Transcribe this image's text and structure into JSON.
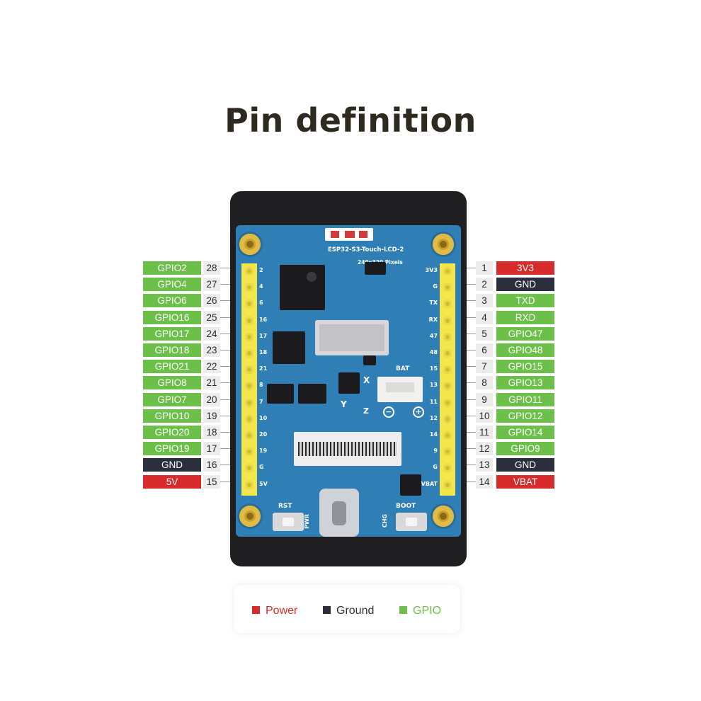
{
  "title": "Pin definition",
  "colors": {
    "power": "#d72a2a",
    "ground": "#2b2f3d",
    "gpio": "#6cc04a"
  },
  "left_pins": [
    {
      "num": "28",
      "label": "GPIO2",
      "type": "gpio"
    },
    {
      "num": "27",
      "label": "GPIO4",
      "type": "gpio"
    },
    {
      "num": "26",
      "label": "GPIO6",
      "type": "gpio"
    },
    {
      "num": "25",
      "label": "GPIO16",
      "type": "gpio"
    },
    {
      "num": "24",
      "label": "GPIO17",
      "type": "gpio"
    },
    {
      "num": "23",
      "label": "GPIO18",
      "type": "gpio"
    },
    {
      "num": "22",
      "label": "GPIO21",
      "type": "gpio"
    },
    {
      "num": "21",
      "label": "GPIO8",
      "type": "gpio"
    },
    {
      "num": "20",
      "label": "GPIO7",
      "type": "gpio"
    },
    {
      "num": "19",
      "label": "GPIO10",
      "type": "gpio"
    },
    {
      "num": "18",
      "label": "GPIO20",
      "type": "gpio"
    },
    {
      "num": "17",
      "label": "GPIO19",
      "type": "gpio"
    },
    {
      "num": "16",
      "label": "GND",
      "type": "ground"
    },
    {
      "num": "15",
      "label": "5V",
      "type": "power"
    }
  ],
  "right_pins": [
    {
      "num": "1",
      "label": "3V3",
      "type": "power"
    },
    {
      "num": "2",
      "label": "GND",
      "type": "ground"
    },
    {
      "num": "3",
      "label": "TXD",
      "type": "gpio"
    },
    {
      "num": "4",
      "label": "RXD",
      "type": "gpio"
    },
    {
      "num": "5",
      "label": "GPIO47",
      "type": "gpio"
    },
    {
      "num": "6",
      "label": "GPIO48",
      "type": "gpio"
    },
    {
      "num": "7",
      "label": "GPIO15",
      "type": "gpio"
    },
    {
      "num": "8",
      "label": "GPIO13",
      "type": "gpio"
    },
    {
      "num": "9",
      "label": "GPIO11",
      "type": "gpio"
    },
    {
      "num": "10",
      "label": "GPIO12",
      "type": "gpio"
    },
    {
      "num": "11",
      "label": "GPIO14",
      "type": "gpio"
    },
    {
      "num": "12",
      "label": "GPIO9",
      "type": "gpio"
    },
    {
      "num": "13",
      "label": "GND",
      "type": "ground"
    },
    {
      "num": "14",
      "label": "VBAT",
      "type": "power"
    }
  ],
  "board": {
    "name": "ESP32-S3-Touch-LCD-2",
    "resolution": "240x320 Pixels",
    "left_header_silk": [
      "2",
      "4",
      "6",
      "16",
      "17",
      "18",
      "21",
      "8",
      "7",
      "10",
      "20",
      "19",
      "G",
      "5V"
    ],
    "right_header_silk": [
      "3V3",
      "G",
      "TX",
      "RX",
      "47",
      "48",
      "15",
      "13",
      "11",
      "12",
      "14",
      "9",
      "G",
      "VBAT"
    ],
    "battery_label": "BAT",
    "rst_label": "RST",
    "boot_label": "BOOT",
    "pwr_label": "PWR",
    "chg_label": "CHG",
    "imu_label": "X",
    "imu_y_label": "Y",
    "imu_z_label": "Z"
  },
  "legend": [
    {
      "label": "Power",
      "type": "power"
    },
    {
      "label": "Ground",
      "type": "ground"
    },
    {
      "label": "GPIO",
      "type": "gpio"
    }
  ]
}
